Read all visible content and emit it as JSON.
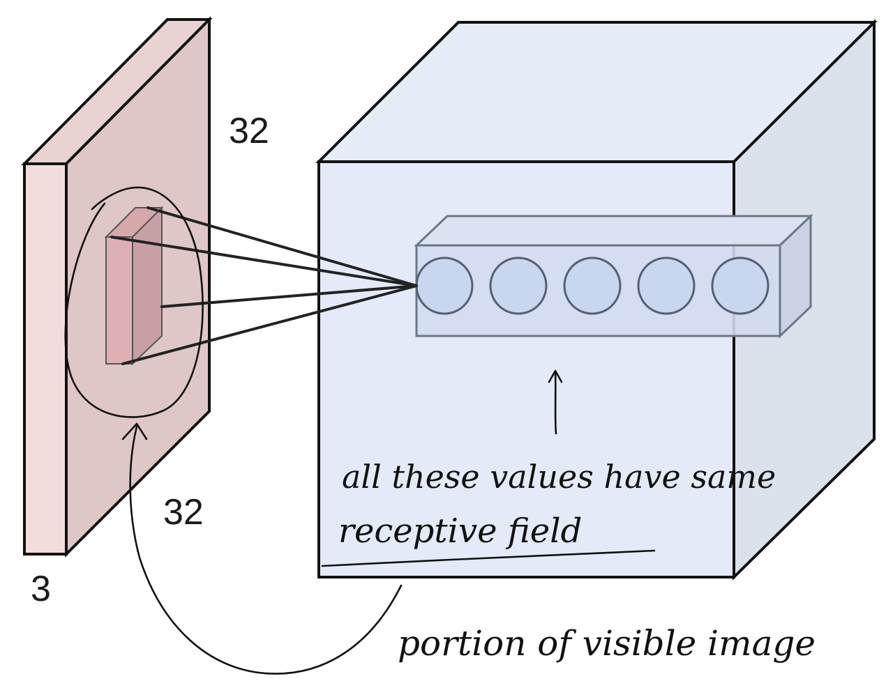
{
  "labels": {
    "input_height": "32",
    "input_width": "32",
    "input_depth": "3"
  },
  "annotations": {
    "line1": "all these values have same",
    "line2": "receptive field",
    "line3": "portion of visible image"
  },
  "neurons": [
    "neuron-1",
    "neuron-2",
    "neuron-3",
    "neuron-4",
    "neuron-5"
  ],
  "colors": {
    "input_front": "#dfc7c8",
    "input_side": "#f3dcdc",
    "input_top": "#e8d2d2",
    "patch_front": "#d9aeb0",
    "patch_side": "#c8a2a5",
    "volume_front": "#e4eaf7",
    "volume_top": "#e6ecf8",
    "volume_side": "#d6dde9",
    "column_front": "#d2dcef",
    "neuron_fill": "#c8d6f0",
    "stroke": "#111111"
  }
}
